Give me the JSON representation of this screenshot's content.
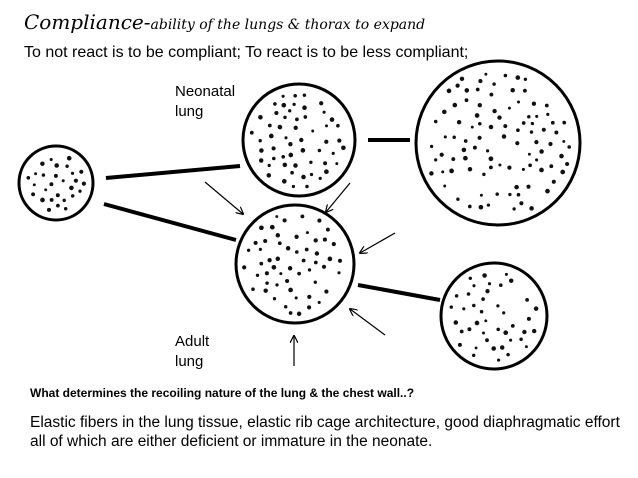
{
  "title": {
    "main": "Compliance-",
    "rest": "ability of  the lungs & thorax to expand"
  },
  "subtitle": "To not react is to be compliant; To react is to be less compliant;",
  "labels": {
    "neonatal": "Neonatal\nlung",
    "adult": "Adult\nlung"
  },
  "question": "What determines the recoiling nature of the lung & the chest wall..?",
  "answer": "Elastic fibers in the lung tissue, elastic rib cage architecture, good diaphragmatic effort all of which are either deficient or immature in the neonate.",
  "icons": [
    "alveolus-dot",
    "pressure-arrow"
  ],
  "colors": {
    "ink": "#000000",
    "background": "#ffffff"
  }
}
